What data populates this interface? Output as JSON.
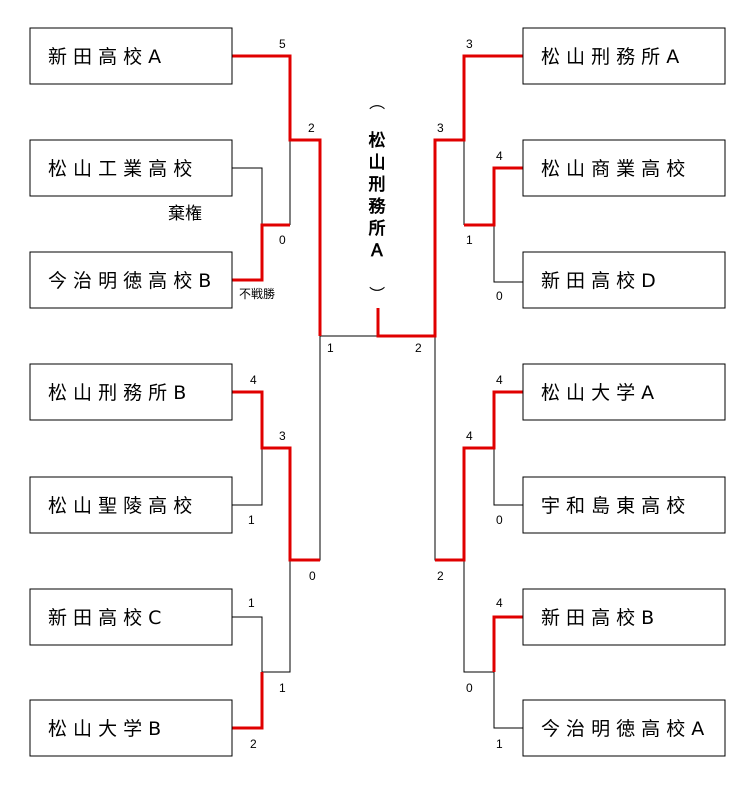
{
  "bracket": {
    "left_teams": [
      "新 田 高 校 A",
      "松 山 工 業 高 校",
      "今 治 明 徳 高 校 B",
      "松 山 刑 務 所 B",
      "松 山 聖 陵 高 校",
      "新 田 高 校 C",
      "松 山 大 学 B"
    ],
    "right_teams": [
      "松 山 刑 務 所 A",
      "松 山 商 業 高 校",
      "新 田 高 校 D",
      "松 山 大 学 A",
      "宇 和 島 東 高 校",
      "新 田 高 校 B",
      "今 治 明 徳 高 校 A"
    ],
    "scores": {
      "l_r1_a": "5",
      "l_qf_top": "2",
      "l_r1_b_winner": "0",
      "l_r1_c_top": "4",
      "l_r1_c_bot": "1",
      "l_qf_mid": "3",
      "l_r1_d_top": "1",
      "l_r1_d_bot": "2",
      "l_qf_low": "1",
      "l_sf": "0",
      "final_left": "1",
      "r_r1_a": "3",
      "r_qf_top": "3",
      "r_r1_b_top": "4",
      "r_r1_b_bot": "0",
      "r_qf_mid": "1",
      "r_r1_c_top": "4",
      "r_r1_c_bot": "0",
      "r_qf_c": "4",
      "r_r1_d_top": "4",
      "r_r1_d_bot": "1",
      "r_qf_d": "0",
      "r_sf": "2",
      "final_right": "2"
    },
    "forfeit_label": "棄権",
    "walkover_label": "不戦勝",
    "champion": {
      "open_paren": "（",
      "chars": [
        "松",
        "山",
        "刑",
        "務",
        "所",
        "Ａ"
      ],
      "close_paren": "）"
    },
    "colors": {
      "winner_line": "#e00000",
      "line": "#000000"
    }
  }
}
